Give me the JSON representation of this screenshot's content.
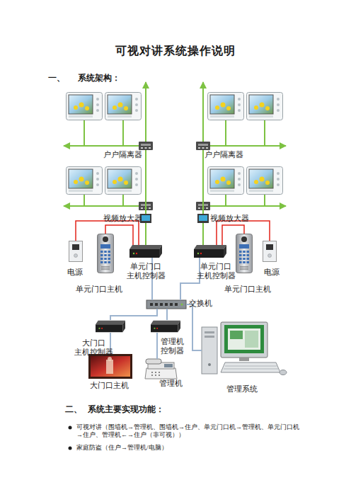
{
  "diagram": {
    "title": "可视对讲系统操作说明",
    "nodes": [
      {
        "text": [
          "户户隔离器"
        ]
      },
      {
        "text": [
          "户户隔离器"
        ]
      },
      {
        "text": [
          "视频放大器"
        ]
      },
      {
        "text": [
          "视频放大器"
        ]
      },
      {
        "text": [
          "电源"
        ]
      },
      {
        "text": [
          "单元门口主机"
        ]
      },
      {
        "text": [
          "单元门口 主机控制器"
        ]
      },
      {
        "text": [
          "单元门口 主机控制器"
        ]
      },
      {
        "text": [
          "单元门口主机"
        ]
      },
      {
        "text": [
          "电源"
        ]
      },
      {
        "text": [
          "交换机"
        ]
      },
      {
        "text": [
          "大门口 主机控制器"
        ]
      },
      {
        "text": [
          "管理机 控制器"
        ]
      },
      {
        "text": [
          "大门口主机"
        ]
      },
      {
        "text": [
          "管理机"
        ]
      },
      {
        "text": [
          "管理系统"
        ]
      }
    ],
    "edges": [
      {
        "from": 0,
        "to": 2,
        "arrow": "none"
      },
      {
        "from": 1,
        "to": 3,
        "arrow": "none"
      },
      {
        "from": 2,
        "to": 6,
        "arrow": "none"
      },
      {
        "from": 3,
        "to": 7,
        "arrow": "none"
      },
      {
        "from": 4,
        "to": 6,
        "arrow": "none"
      },
      {
        "from": 5,
        "to": 6,
        "arrow": "none"
      },
      {
        "from": 9,
        "to": 7,
        "arrow": "none"
      },
      {
        "from": 8,
        "to": 7,
        "arrow": "none"
      },
      {
        "from": 6,
        "to": 10,
        "arrow": "none"
      },
      {
        "from": 7,
        "to": 10,
        "arrow": "none"
      },
      {
        "from": 10,
        "to": 11,
        "arrow": "none"
      },
      {
        "from": 10,
        "to": 12,
        "arrow": "none"
      },
      {
        "from": 10,
        "to": 15,
        "arrow": "none"
      },
      {
        "from": 11,
        "to": 13,
        "arrow": "none"
      },
      {
        "from": 12,
        "to": 14,
        "arrow": "none"
      }
    ],
    "labels": [
      "一、",
      "系统架构：",
      "二、",
      "系统主要实现功能：",
      "可视对讲（围墙机→管理机、围墙机→住户、单元门口机→管理机、单元门口机→住户、管理机←→住户（非可视））",
      "家庭防盗（住户→管理机/电脑）"
    ]
  }
}
